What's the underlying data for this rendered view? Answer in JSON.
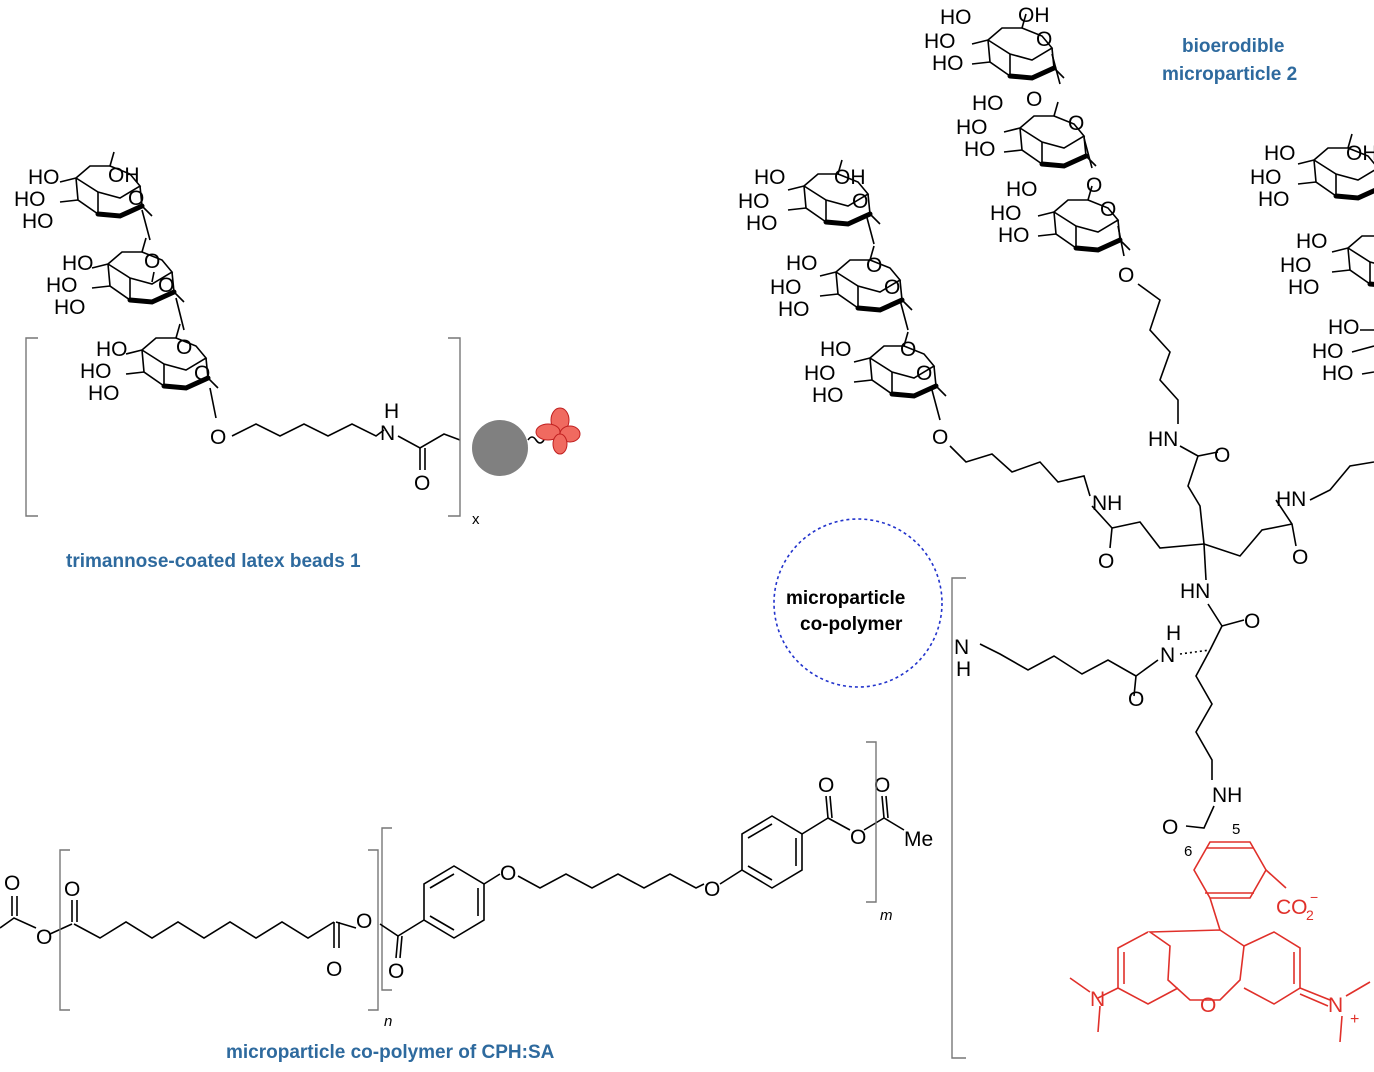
{
  "labels": {
    "beads_caption": "trimannose-coated latex beads 1",
    "microparticle_caption_1": "bioerodible",
    "microparticle_caption_2": "microparticle 2",
    "copolymer_caption": "microparticle co-polymer of CPH:SA",
    "circle_label_1": "microparticle",
    "circle_label_2": "co-polymer"
  },
  "atoms": {
    "ho": "HO",
    "oh": "OH",
    "o": "O",
    "h": "H",
    "n": "N",
    "nh": "NH",
    "hn": "HN",
    "me": "Me",
    "co2": "CO",
    "two": "2",
    "minus": "−",
    "plus": "+",
    "five": "5",
    "six": "6"
  },
  "subscripts": {
    "x": "x",
    "n": "n",
    "m": "m"
  },
  "colors": {
    "caption": "#2e6a9e",
    "dye": "#e0302a",
    "circle": "#2233cc",
    "bead": "#808080"
  }
}
